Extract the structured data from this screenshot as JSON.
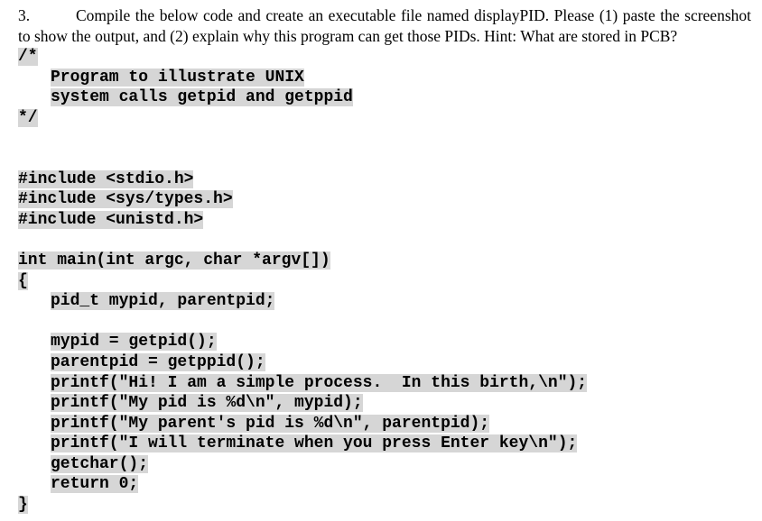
{
  "question": {
    "number": "3.",
    "text": "Compile the below code and create an executable file named displayPID. Please (1) paste the screenshot to show the output, and (2) explain why this program can get those PIDs. Hint: What are stored in PCB?"
  },
  "code": {
    "comment_open": "/*",
    "comment_line1": "Program to illustrate UNIX",
    "comment_line2": "system calls getpid and getppid",
    "comment_close": "*/",
    "include1": "#include <stdio.h>",
    "include2": "#include <sys/types.h>",
    "include3": "#include <unistd.h>",
    "main_sig": "int main(int argc, char *argv[])",
    "brace_open": "{",
    "decl": "pid_t mypid, parentpid;",
    "stmt1": "mypid = getpid();",
    "stmt2": "parentpid = getppid();",
    "stmt3": "printf(\"Hi! I am a simple process.  In this birth,\\n\");",
    "stmt4": "printf(\"My pid is %d\\n\", mypid);",
    "stmt5": "printf(\"My parent's pid is %d\\n\", parentpid);",
    "stmt6": "printf(\"I will terminate when you press Enter key\\n\");",
    "stmt7": "getchar();",
    "stmt8": "return 0;",
    "brace_close": "}"
  }
}
